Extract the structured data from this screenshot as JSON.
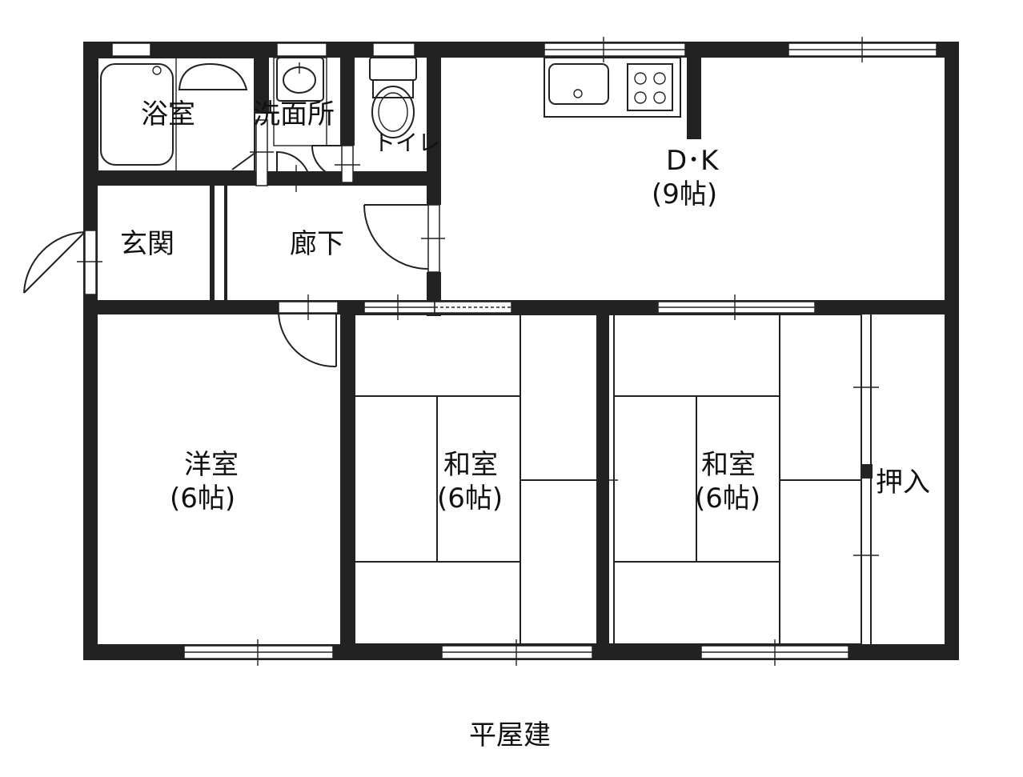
{
  "rooms": {
    "bath": "浴室",
    "washroom": "洗面所",
    "toilet": "トイレ",
    "dk": "D･K",
    "dk_size": "(9帖)",
    "entrance": "玄関",
    "hallway": "廊下",
    "western": "洋室",
    "western_size": "(6帖)",
    "japanese1": "和室",
    "japanese1_size": "(6帖)",
    "japanese2": "和室",
    "japanese2_size": "(6帖)",
    "closet": "押入"
  },
  "caption": "平屋建"
}
